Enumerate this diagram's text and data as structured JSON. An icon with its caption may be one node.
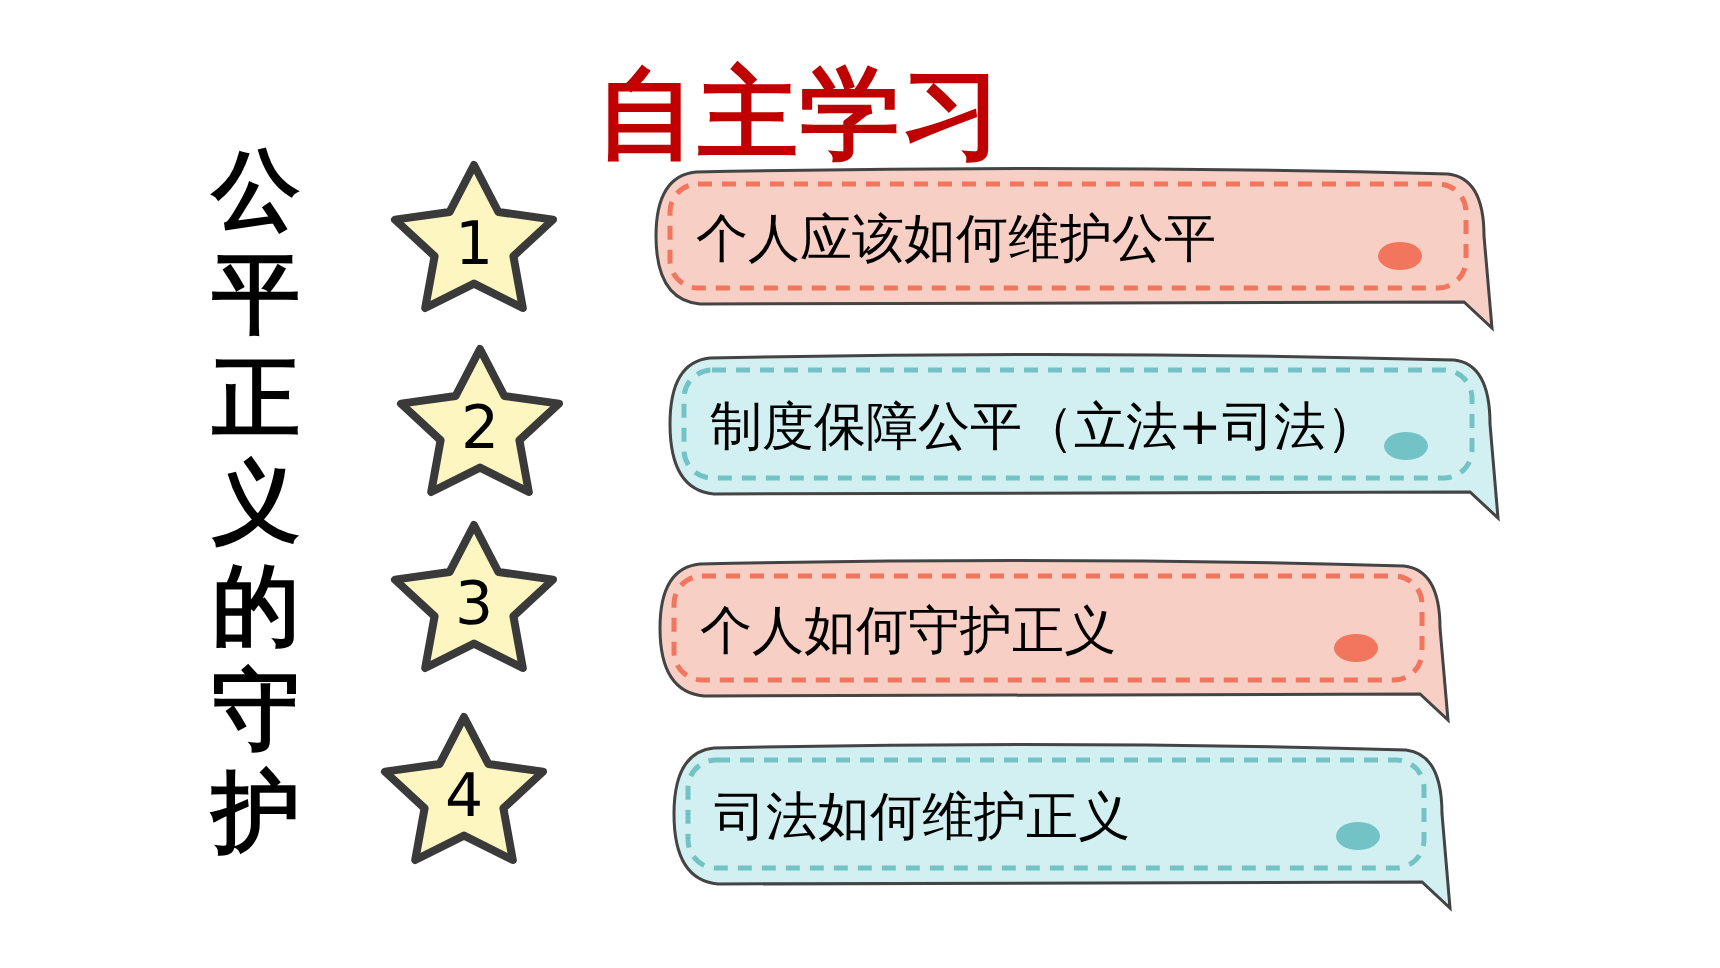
{
  "diagram": {
    "title": "自主学习",
    "nodes": [
      {
        "text": [
          "1"
        ]
      },
      {
        "text": [
          "个人应该如何维护公平"
        ]
      },
      {
        "text": [
          "2"
        ]
      },
      {
        "text": [
          "制度保障公平（立法+司法）"
        ]
      },
      {
        "text": [
          "3"
        ]
      },
      {
        "text": [
          "个人如何守护正义"
        ]
      },
      {
        "text": [
          "4"
        ]
      },
      {
        "text": [
          "司法如何维护正义"
        ]
      }
    ],
    "edges": [],
    "labels": [
      "公平正义的守护"
    ]
  }
}
